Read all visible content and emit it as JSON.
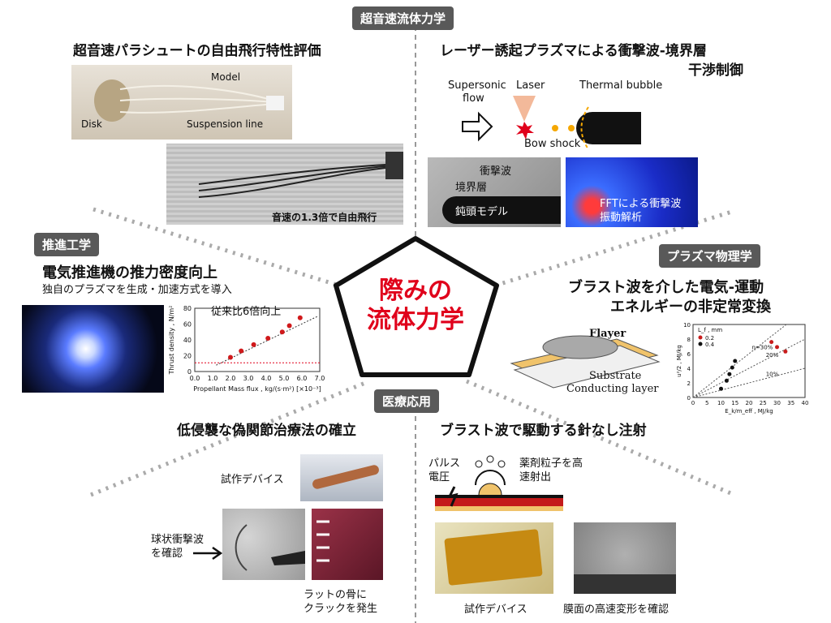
{
  "center": {
    "line1": "際みの",
    "line2": "流体力学"
  },
  "fields": {
    "supersonic": "超音速流体力学",
    "propulsion": "推進工学",
    "plasma": "プラズマ物理学",
    "medical": "医療応用"
  },
  "parachute": {
    "title": "超音速パラシュートの自由飛行特性評価",
    "model": "Model",
    "disk": "Disk",
    "suspension": "Suspension line",
    "flight": "音速の1.3倍で自由飛行"
  },
  "laser": {
    "title1": "レーザー誘起プラズマによる衝撃波-境界層",
    "title2": "干渉制御",
    "flow1": "Supersonic",
    "flow2": "flow",
    "laser": "Laser",
    "bubble": "Thermal bubble",
    "bowshock": "Bow shock",
    "shockwave": "衝撃波",
    "boundary": "境界層",
    "blunt": "鈍頭モデル",
    "fft1": "FFTによる衝撃波",
    "fft2": "振動解析"
  },
  "thruster": {
    "title": "電気推進機の推力密度向上",
    "subtitle": "独自のプラズマを生成・加速方式を導入",
    "note": "従来比6倍向上"
  },
  "blast_energy": {
    "title1": "ブラスト波を介した電気-運動",
    "title2": "エネルギーの非定常変換",
    "flayer": "Flayer",
    "substrate": "Substrate",
    "conducting": "Conducting layer"
  },
  "pseudo": {
    "title": "低侵襲な偽関節治療法の確立",
    "device": "試作デバイス",
    "shock1": "球状衝撃波",
    "shock2": "を確認",
    "crack1": "ラットの骨に",
    "crack2": "クラックを発生"
  },
  "injection": {
    "title": "ブラスト波で駆動する針なし注射",
    "pulse1": "パルス",
    "pulse2": "電圧",
    "drug1": "薬剤粒子を高",
    "drug2": "速射出",
    "device": "試作デバイス",
    "membrane": "膜面の高速変形を確認"
  },
  "colors": {
    "accent": "#e0001b",
    "tag": "#595959",
    "dash": "#aaaaaa"
  },
  "chart_data": [
    {
      "type": "scatter",
      "xlabel": "Propellant Mass flux , kg/(s·m²) [×10⁻³]",
      "ylabel": "Thrust density , N/m²",
      "xticks": [
        "0.0",
        "1.0",
        "2.0",
        "3.0",
        "4.0",
        "5.0",
        "6.0",
        "7.0"
      ],
      "yticks": [
        "0",
        "20",
        "40",
        "60",
        "80"
      ],
      "xlim": [
        0,
        7
      ],
      "ylim": [
        0,
        80
      ],
      "x": [
        2.0,
        2.6,
        3.3,
        4.1,
        4.9,
        5.3,
        5.9
      ],
      "y": [
        18,
        26,
        34,
        42,
        50,
        58,
        68
      ],
      "baseline": 11
    },
    {
      "type": "scatter",
      "xlabel": "E_k/m_eff , MJ/kg",
      "ylabel": "u²/2 , MJ/kg",
      "legend_title": "L_f , mm",
      "legend": [
        "0.2",
        "0.4"
      ],
      "xticks": [
        "0",
        "5",
        "10",
        "15",
        "20",
        "25",
        "30",
        "35",
        "40"
      ],
      "yticks": [
        "0",
        "2",
        "4",
        "6",
        "8",
        "10"
      ],
      "xlim": [
        0,
        40
      ],
      "ylim": [
        0,
        10
      ],
      "lines": [
        "η=30%",
        "20%",
        "10%"
      ],
      "series": [
        {
          "name": "0.2",
          "x": [
            28,
            30,
            33
          ],
          "y": [
            7.6,
            6.9,
            6.3
          ]
        },
        {
          "name": "0.4",
          "x": [
            10,
            12,
            13,
            14,
            15
          ],
          "y": [
            1.2,
            2.3,
            3.2,
            4.1,
            5.0
          ]
        }
      ]
    }
  ]
}
